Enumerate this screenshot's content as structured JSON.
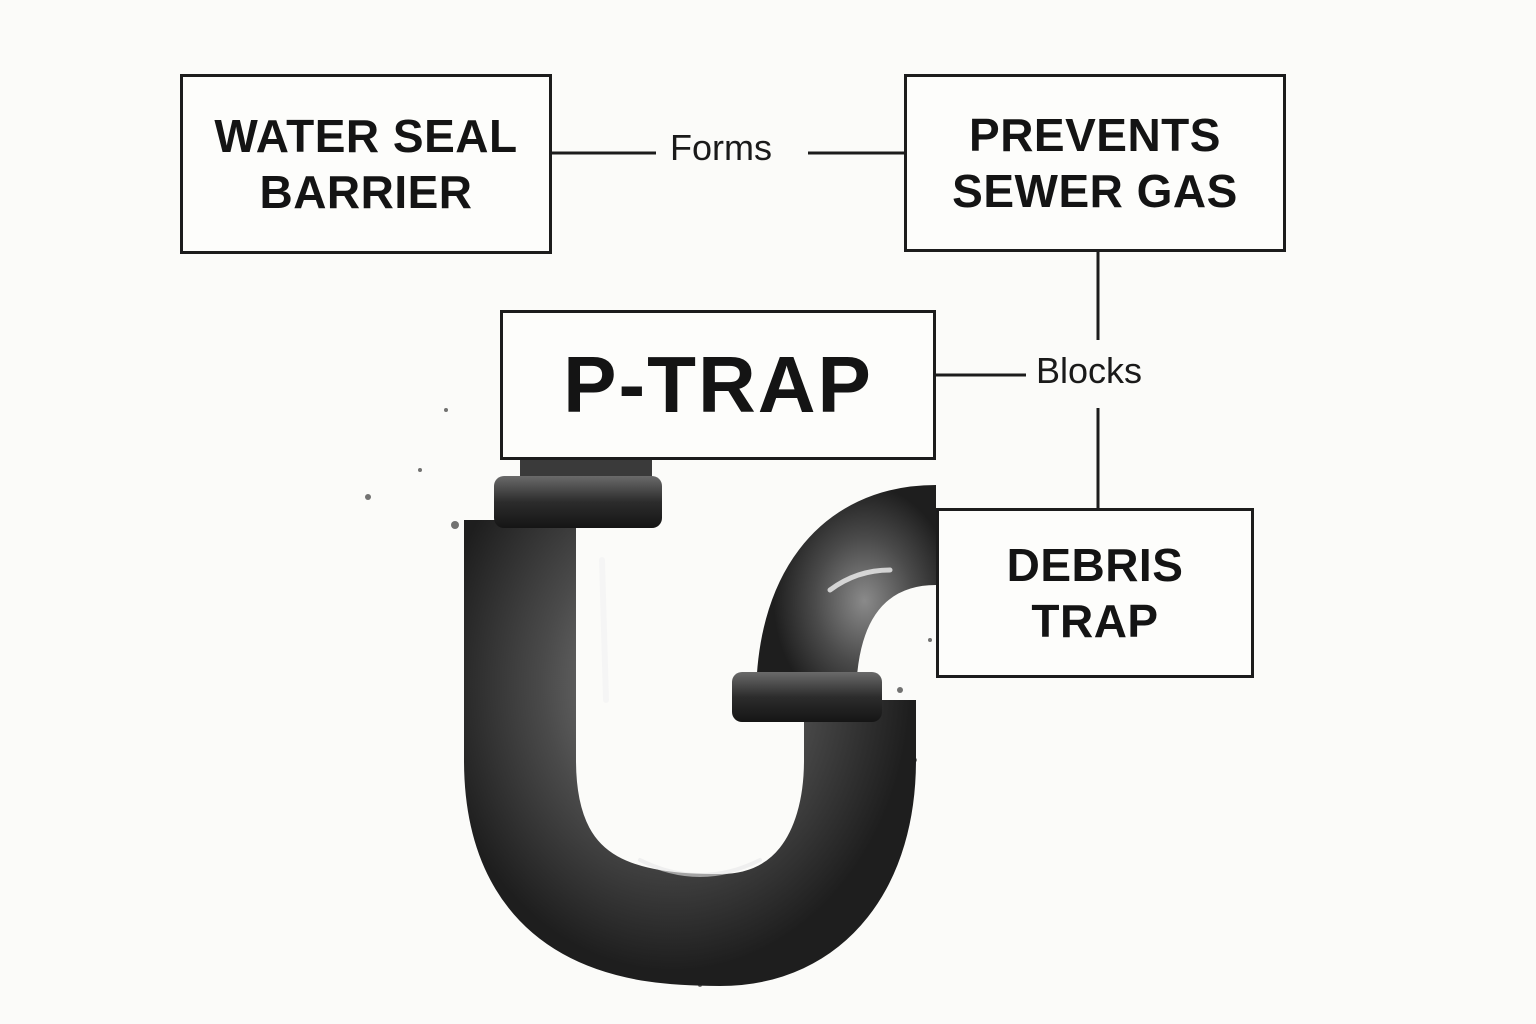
{
  "nodes": {
    "water_seal": {
      "line1": "WATER SEAL",
      "line2": "BARRIER"
    },
    "sewer_gas": {
      "line1": "PREVENTS",
      "line2": "SEWER GAS"
    },
    "p_trap": {
      "label": "P-TRAP"
    },
    "debris_trap": {
      "line1": "DEBRIS",
      "line2": "TRAP"
    }
  },
  "edges": {
    "forms": "Forms",
    "blocks": "Blocks"
  },
  "colors": {
    "ink": "#1c1c1c",
    "pipe_dark": "#2a2a2a",
    "pipe_mid": "#5a5a5a",
    "background": "#fbfbf9"
  }
}
